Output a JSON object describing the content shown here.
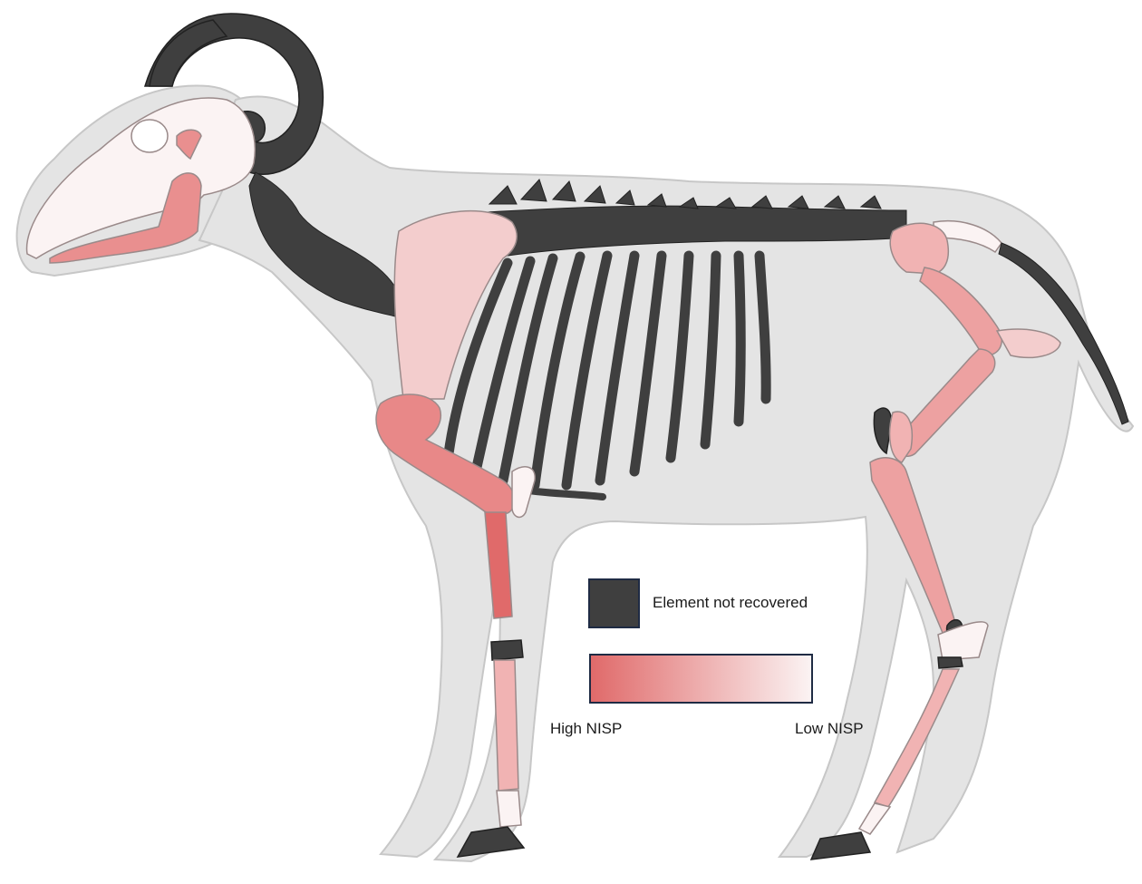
{
  "colors": {
    "background": "#ffffff",
    "silhouette": "#e4e4e4",
    "silhouette_outline": "#c7c7c7",
    "not_recovered": "#3f3f3f",
    "high_nisp": "#e06a6a",
    "mid_nisp": "#eda1a1",
    "low_nisp": "#fbf3f3",
    "bone_outline": "#9a8a8a",
    "legend_border": "#1f2b44"
  },
  "icons": {
    "animal": "sheep-silhouette",
    "horn": "ram-horn"
  },
  "legend": {
    "not_recovered_label": "Element not recovered",
    "high_label": "High NISP",
    "low_label": "Low NISP"
  }
}
